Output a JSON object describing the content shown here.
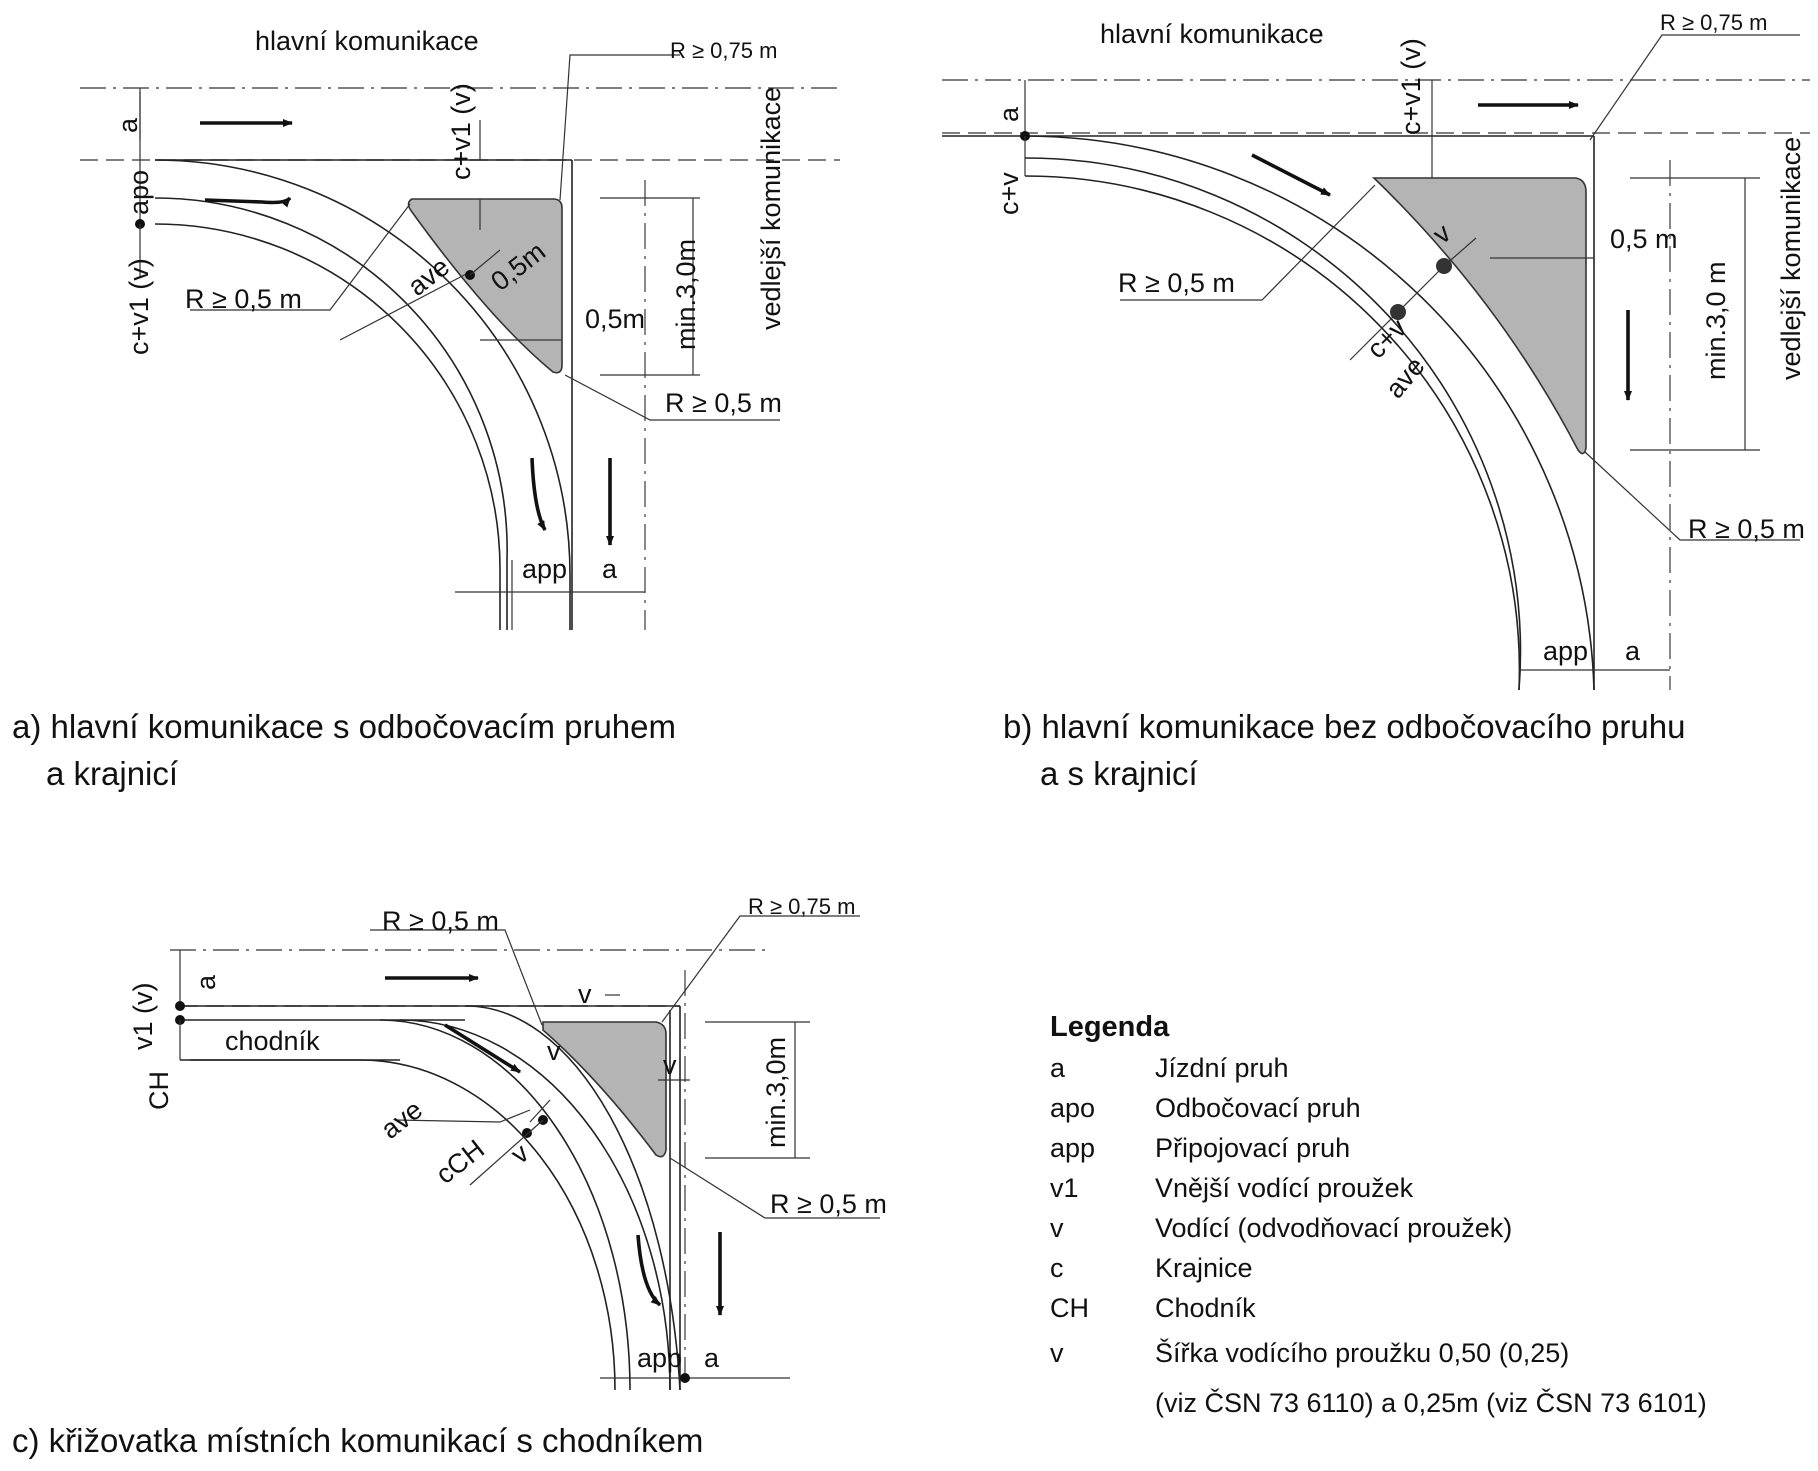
{
  "diagram_a": {
    "main_road": "hlavní komunikace",
    "side_road": "vedlejší komunikace",
    "r_075": "R ≥ 0,75 m",
    "r_05_left": "R ≥ 0,5 m",
    "r_05_bottom": "R ≥ 0,5 m",
    "a_top": "a",
    "a_po": "apo",
    "cv1_left": "c+v1 (v)",
    "cv1_top": "c+v1 (v)",
    "a_ve": "ave",
    "dim_05_diag": "0,5m",
    "dim_05_right": "0,5m",
    "min_30": "min.3,0m",
    "a_pp": "app",
    "a_bottom": "a",
    "caption_line1": "a) hlavní komunikace s odbočovacím pruhem",
    "caption_line2": "a krajnicí"
  },
  "diagram_b": {
    "main_road": "hlavní komunikace",
    "side_road": "vedlejší komunikace",
    "r_075": "R ≥ 0,75 m",
    "r_05_left": "R ≥ 0,5 m",
    "r_05_bottom": "R ≥ 0,5 m",
    "a_left": "a",
    "cv_left": "c+v",
    "cv1_top": "c+v1 (v)",
    "v_diag": "v",
    "cv_diag": "c+v",
    "a_ve": "ave",
    "dim_05": "0,5 m",
    "min_30": "min.3,0 m",
    "a_pp": "app",
    "a_bottom": "a",
    "caption_line1": "b) hlavní komunikace bez odbočovacího pruhu",
    "caption_line2": "a s krajnicí"
  },
  "diagram_c": {
    "r_05_top": "R ≥ 0,5 m",
    "r_075": "R ≥ 0,75 m",
    "r_05_bottom": "R ≥ 0,5 m",
    "a_left": "a",
    "v1_left": "v1 (v)",
    "ch_left": "CH",
    "sidewalk": "chodník",
    "v_top": "v",
    "v_left": "v",
    "v_right": "v",
    "v_diag": "v",
    "a_ve": "ave",
    "c_ch": "cCH",
    "min_30": "min.3,0m",
    "a_pp": "app",
    "a_bottom": "a",
    "caption": "c) křižovatka místních komunikací s chodníkem"
  },
  "legend": {
    "title": "Legenda",
    "items": [
      {
        "symbol": "a",
        "text": "Jízdní pruh"
      },
      {
        "symbol": "apo",
        "text": "Odbočovací pruh"
      },
      {
        "symbol": "app",
        "text": "Připojovací pruh"
      },
      {
        "symbol": "v1",
        "text": "Vnější vodící proužek"
      },
      {
        "symbol": "v",
        "text": "Vodící (odvodňovací proužek)"
      },
      {
        "symbol": "c",
        "text": "Krajnice"
      },
      {
        "symbol": "CH",
        "text": "Chodník"
      },
      {
        "symbol": "v",
        "text": "Šířka vodícího proužku 0,50 (0,25)"
      }
    ],
    "note": "(viz ČSN 73 6110) a 0,25m (viz ČSN 73 6101)"
  }
}
